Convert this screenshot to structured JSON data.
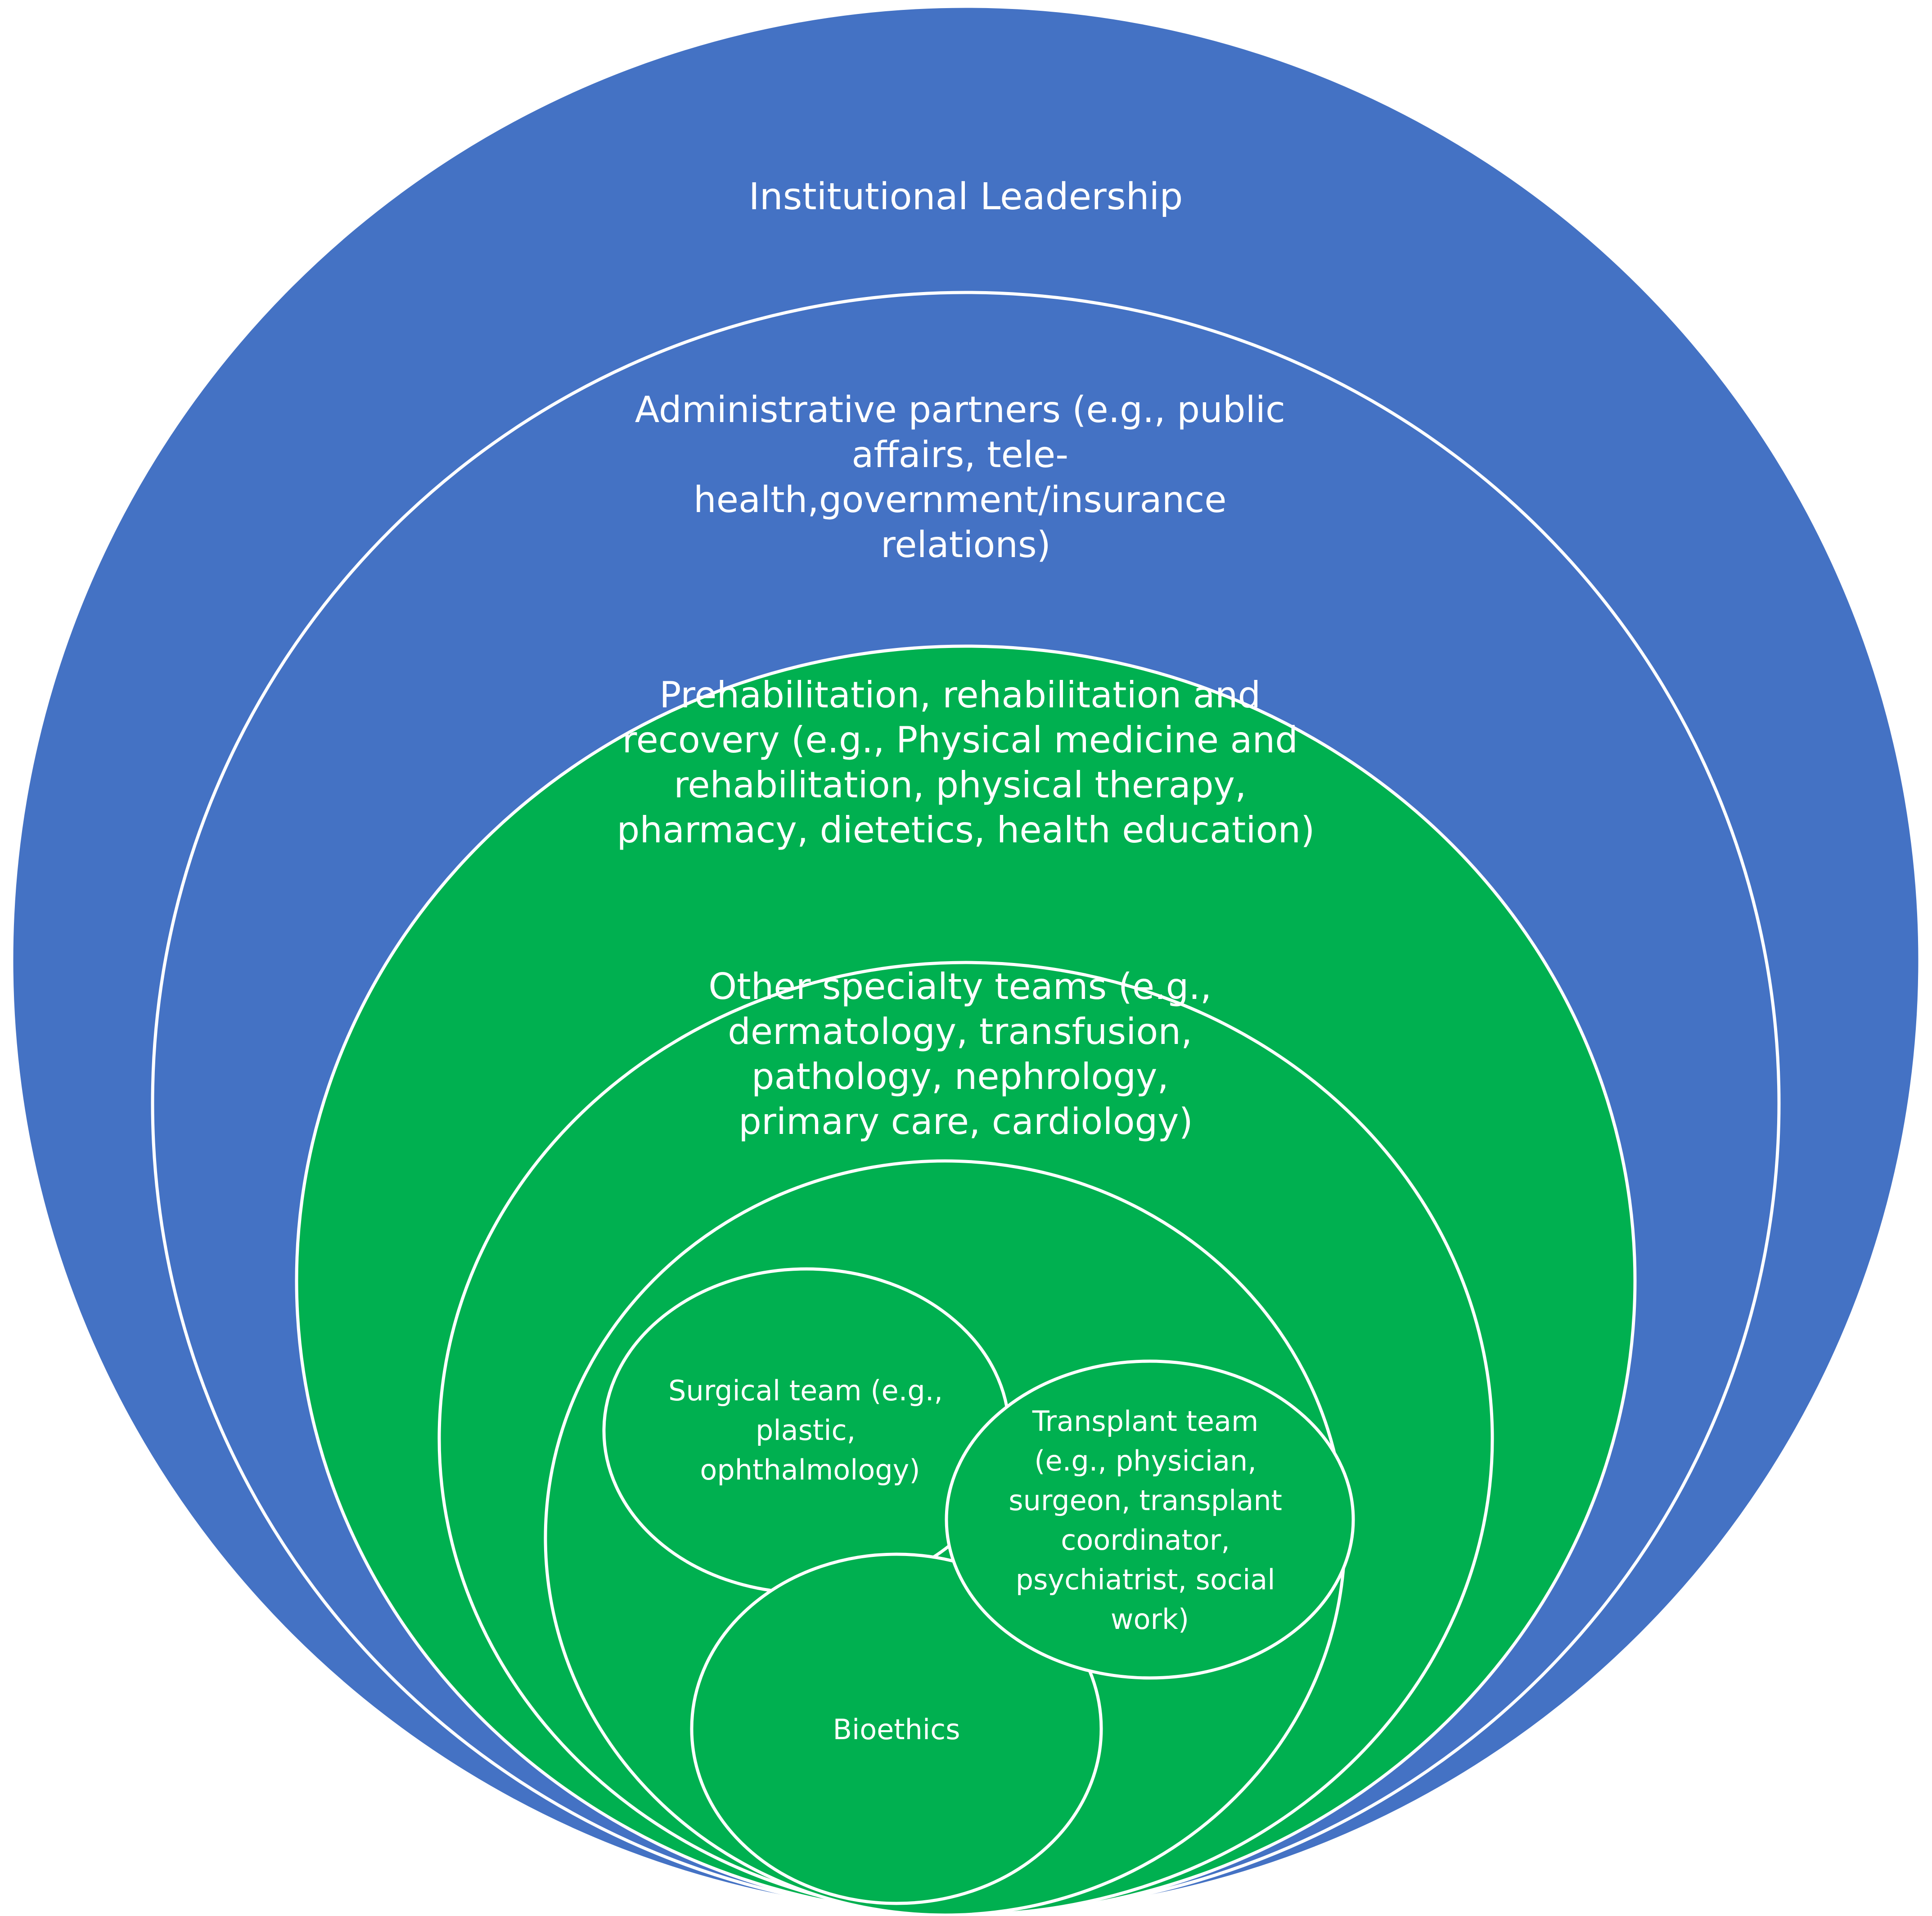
{
  "diagram": {
    "colors": {
      "outer_blue": "#4472C4",
      "inner_green": "#00B050",
      "stroke_white": "#FFFFFF",
      "text_white": "#FFFFFF"
    },
    "rings": {
      "institutional_leadership": {
        "label": "Institutional Leadership"
      },
      "administrative_partners": {
        "lines": [
          "Administrative partners (e.g., public",
          "affairs, tele-",
          "health,government/insurance",
          "relations)"
        ]
      },
      "rehabilitation": {
        "lines": [
          "Prehabilitation, rehabilitation and",
          "recovery (e.g., Physical medicine and",
          "rehabilitation, physical therapy,",
          "pharmacy, dietetics, health education)"
        ]
      },
      "other_specialty": {
        "lines": [
          "Other specialty teams (e.g.,",
          "dermatology, transfusion,",
          "pathology, nephrology,",
          "primary care, cardiology)"
        ]
      }
    },
    "core_teams": {
      "surgical_team": {
        "lines": [
          "Surgical team (e.g.,",
          "plastic,",
          "ophthalmology)"
        ]
      },
      "transplant_team": {
        "lines": [
          "Transplant team",
          "(e.g., physician,",
          "surgeon, transplant",
          "coordinator,",
          "psychiatrist, social",
          "work)"
        ]
      },
      "bioethics": {
        "label": "Bioethics"
      }
    }
  }
}
